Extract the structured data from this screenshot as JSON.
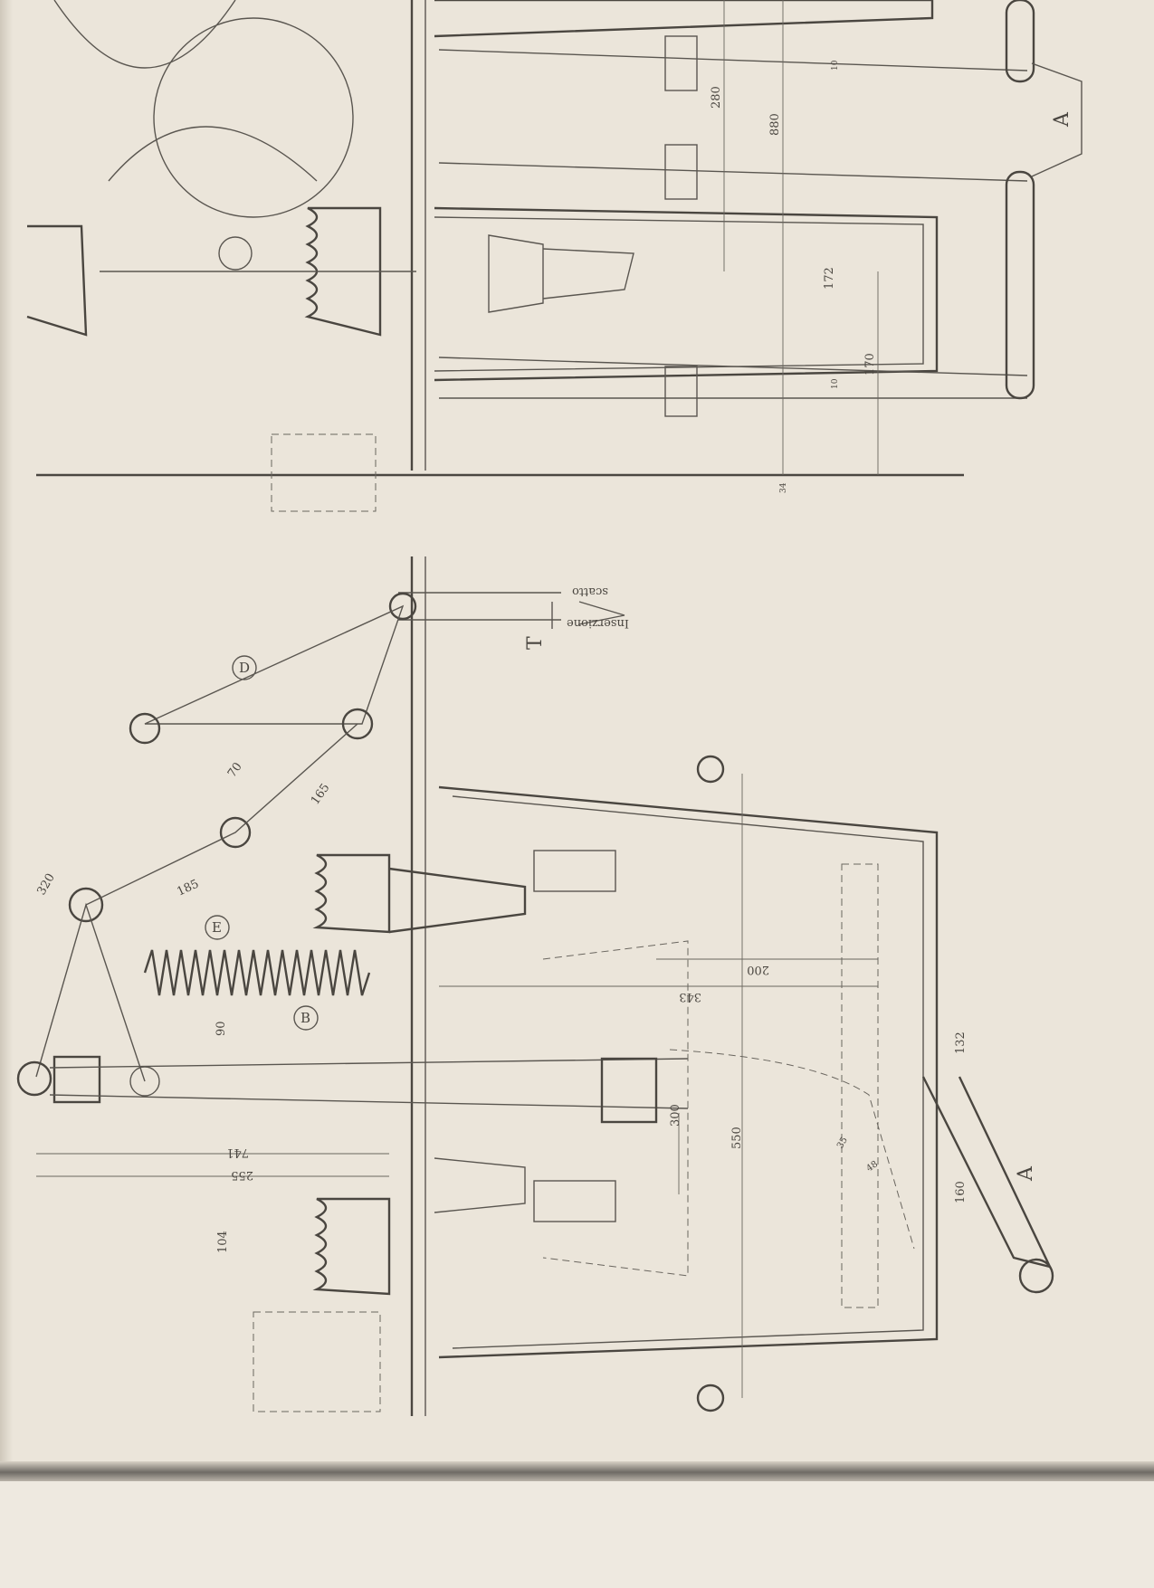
{
  "top_view": {
    "section_label": "A",
    "dimensions": [
      "280",
      "880",
      "172",
      "170",
      "10",
      "10",
      "34"
    ]
  },
  "bottom_view": {
    "part_labels": {
      "d": "D",
      "e": "E",
      "b": "B",
      "a": "A",
      "t": "T"
    },
    "motion_legend": {
      "release": "scatto",
      "insertion": "Inserzione"
    },
    "dimensions": [
      "320",
      "185",
      "165",
      "70",
      "90",
      "255",
      "741",
      "200",
      "343",
      "300",
      "550",
      "132",
      "160",
      "104",
      "35",
      "48"
    ]
  }
}
